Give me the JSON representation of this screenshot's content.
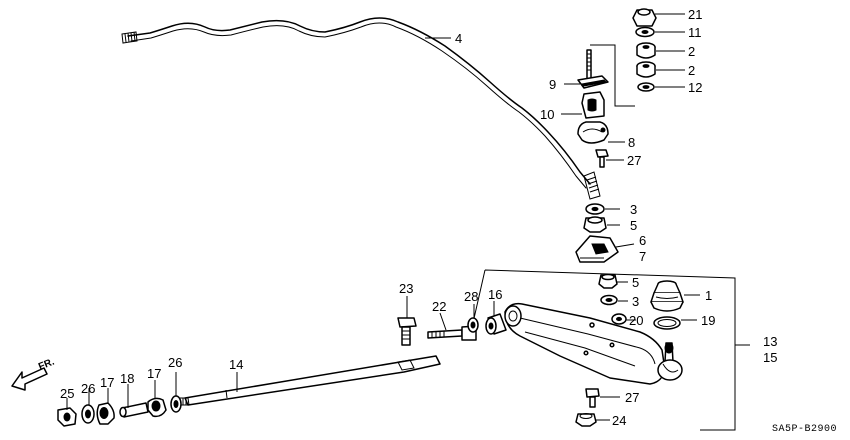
{
  "diagram_code": "SA5P-B2900",
  "front_label": "FR.",
  "callouts": {
    "p1": "1",
    "p2a": "2",
    "p2b": "2",
    "p3a": "3",
    "p3b": "3",
    "p4": "4",
    "p5a": "5",
    "p5b": "5",
    "p6": "6",
    "p7": "7",
    "p8": "8",
    "p9": "9",
    "p10": "10",
    "p11": "11",
    "p12": "12",
    "p13": "13",
    "p14": "14",
    "p15": "15",
    "p16": "16",
    "p17a": "17",
    "p17b": "17",
    "p18": "18",
    "p19": "19",
    "p20": "20",
    "p21": "21",
    "p22": "22",
    "p23": "23",
    "p24": "24",
    "p25": "25",
    "p26a": "26",
    "p26b": "26",
    "p27a": "27",
    "p27b": "27",
    "p28": "28"
  }
}
